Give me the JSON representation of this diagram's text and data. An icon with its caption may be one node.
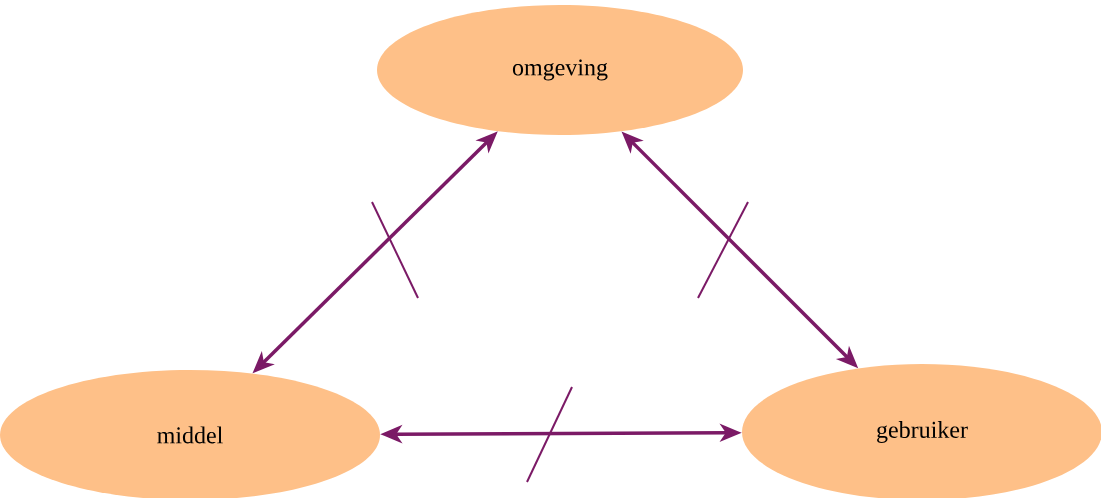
{
  "diagram": {
    "nodes": [
      {
        "text": [
          "omgeving"
        ]
      },
      {
        "text": [
          "middel"
        ]
      },
      {
        "text": [
          "gebruiker"
        ]
      }
    ],
    "edges": [
      {
        "from": 1,
        "to": 0,
        "arrow": "both"
      },
      {
        "from": 0,
        "to": 2,
        "arrow": "both"
      },
      {
        "from": 1,
        "to": 2,
        "arrow": "both"
      }
    ]
  }
}
